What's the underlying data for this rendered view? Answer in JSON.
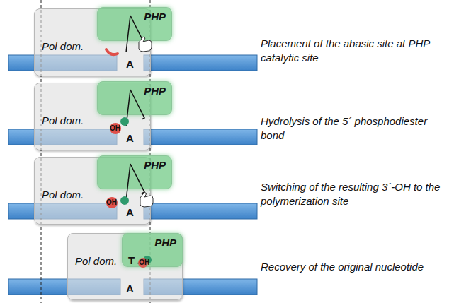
{
  "diagram": {
    "nodes": [
      {
        "text": [
          "Pol dom."
        ]
      },
      {
        "text": [
          "PHP"
        ]
      },
      {
        "text": [
          "Pol dom."
        ]
      },
      {
        "text": [
          "PHP"
        ]
      },
      {
        "text": [
          "Pol dom."
        ]
      },
      {
        "text": [
          "PHP"
        ]
      },
      {
        "text": [
          "Pol dom."
        ]
      },
      {
        "text": [
          "PHP"
        ]
      }
    ],
    "edges": [],
    "labels": [
      "Placement of the abasic site at PHP catalytic site",
      "Hydrolysis of the 5´ phosphodiester bond",
      "Switching of the resulting 3´-OH to the polymerization site",
      "Recovery of the original nucleotide",
      "A",
      "A",
      "A",
      "A",
      "OH",
      "OH",
      "T",
      "-OH"
    ]
  }
}
